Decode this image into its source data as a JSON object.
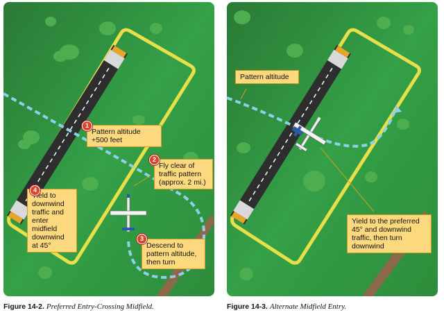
{
  "figure_left": {
    "labels": {
      "step1": "Pattern altitude\n+500 feet",
      "step2": "Fly clear of\ntraffic pattern\n(approx. 2 mi.)",
      "step3": "Descend to\npattern altitude,\nthen turn",
      "step4": "Yield to\ndownwind\ntraffic and\nenter\nmidfield\ndownwind\nat 45°"
    },
    "badges": [
      "1",
      "2",
      "3",
      "4"
    ],
    "caption": {
      "number": "Figure 14-2.",
      "title": "Preferred Entry-Crossing Midfield."
    }
  },
  "figure_right": {
    "labels": {
      "pattern": "Pattern altitude",
      "yield": "Yield to the preferred\n45° and downwind\ntraffic, then turn\ndownwind"
    },
    "caption": {
      "number": "Figure 14-3.",
      "title": "Alternate Midfield Entry."
    }
  },
  "colors": {
    "grass": "#2f8f3e",
    "pattern_line": "#e8df4a",
    "entry_path": "#8fd0e8",
    "runway": "#2e2e2e",
    "road": "#8a6a4a",
    "callout_fill": "#fcd97f"
  }
}
